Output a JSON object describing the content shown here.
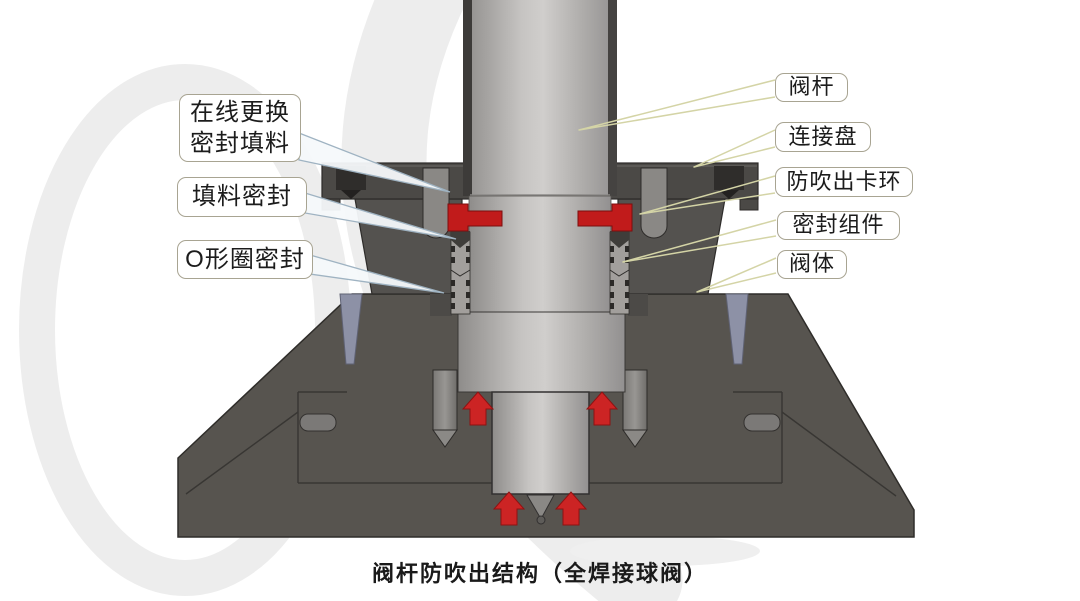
{
  "caption": "阀杆防吹出结构（全焊接球阀）",
  "labels": {
    "online_replace_packing": {
      "line1": "在线更换",
      "line2": "密封填料"
    },
    "packing_seal": "填料密封",
    "o_ring_seal": "O形圈密封",
    "valve_stem": "阀杆",
    "connecting_plate": "连接盘",
    "anti_blowout_ring": "防吹出卡环",
    "seal_assembly": "密封组件",
    "valve_body": "阀体"
  },
  "colors": {
    "background": "#ffffff",
    "body_gray": "#57544f",
    "flange_gray": "#4b4946",
    "bonnet_gray": "#54524f",
    "stem_light_gray": "#c6c4c2",
    "packing_gray": "#a29f9c",
    "snap_ring_red": "#c11b1b",
    "arrow_red": "#cc2424",
    "wedge_purple": "#8d91a6",
    "leader_left_blue": "#9fb3c2",
    "leader_right_olive": "#d4d4a6",
    "label_border": "#a8a492",
    "watermark_gray": "#ededed"
  }
}
